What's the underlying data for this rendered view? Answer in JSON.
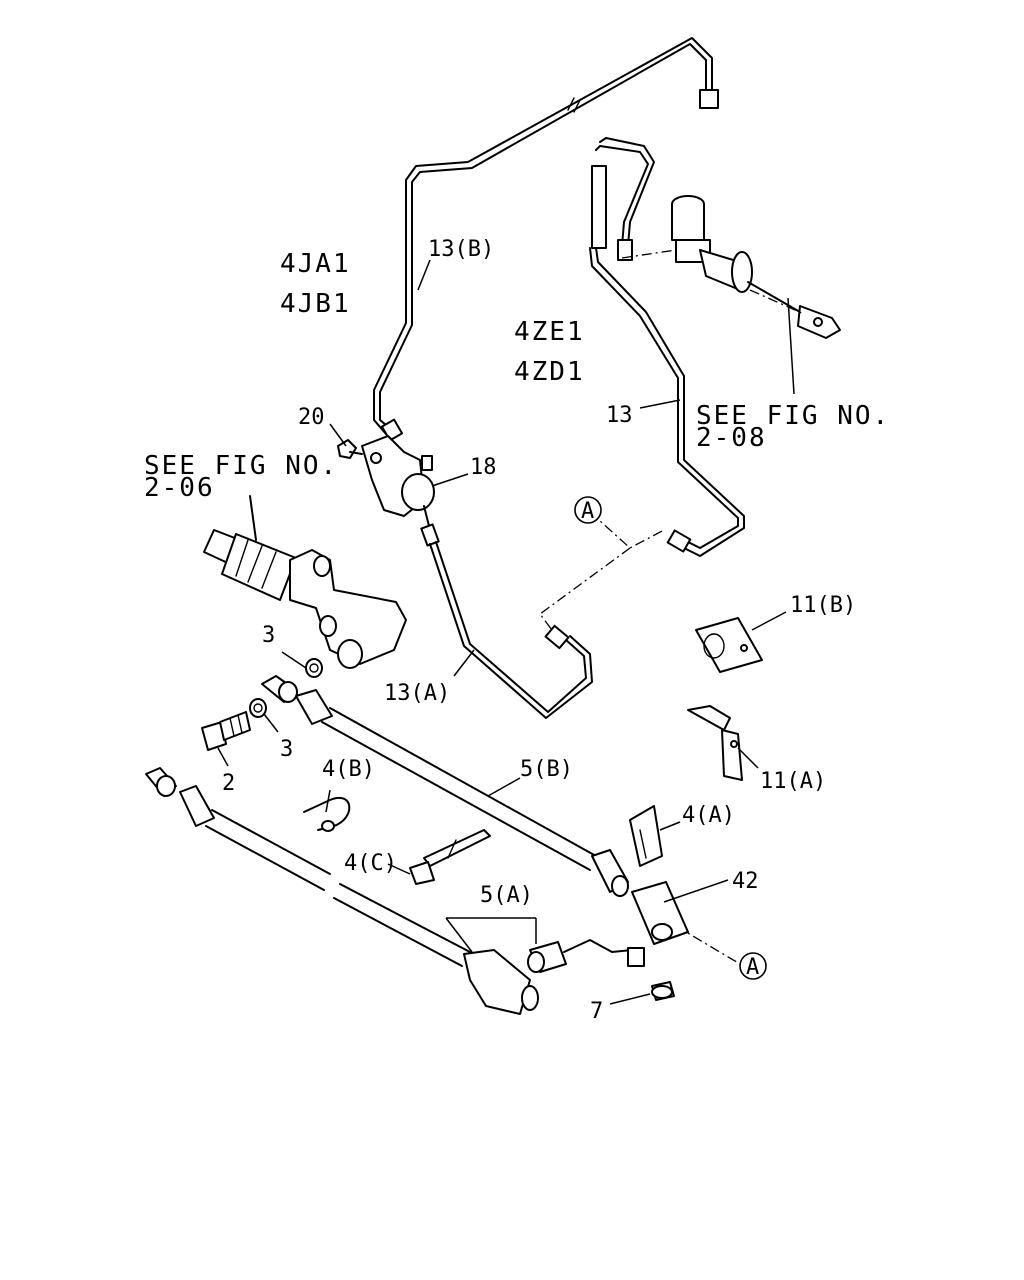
{
  "engines": {
    "group1": [
      "4JA1",
      "4JB1"
    ],
    "group2": [
      "4ZE1",
      "4ZD1"
    ]
  },
  "references": {
    "see_fig_a": {
      "line1": "SEE FIG NO.",
      "line2": "2-08"
    },
    "see_fig_b": {
      "line1": "SEE FIG NO.",
      "line2": "2-06"
    }
  },
  "callouts": {
    "c13b": "13(B)",
    "c13": "13",
    "c13a": "13(A)",
    "c18": "18",
    "c20": "20",
    "c3_upper": "3",
    "c3_lower": "3",
    "c2": "2",
    "c4b": "4(B)",
    "c4c": "4(C)",
    "c4a": "4(A)",
    "c5b": "5(B)",
    "c5a": "5(A)",
    "c11b": "11(B)",
    "c11a": "11(A)",
    "c42": "42",
    "c7": "7",
    "marker_a1": "A",
    "marker_a2": "A"
  }
}
